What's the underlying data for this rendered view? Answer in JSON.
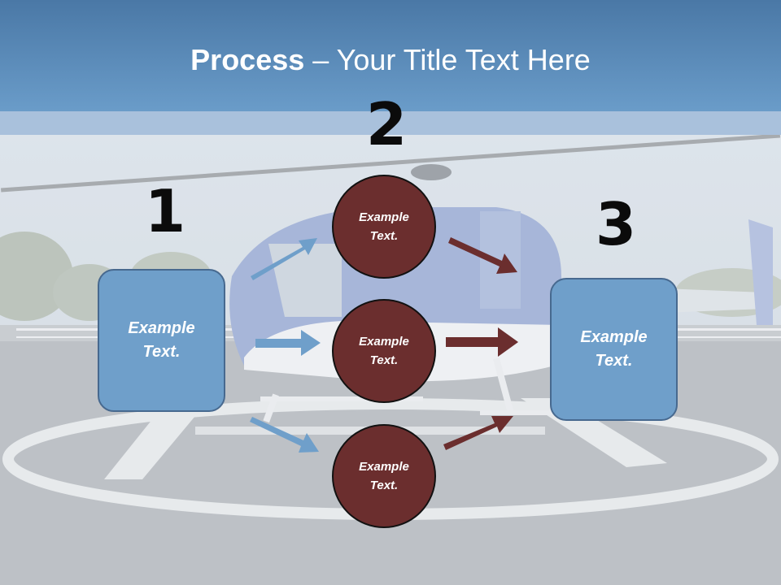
{
  "slide": {
    "title_bold": "Process",
    "title_rest": " – Your Title Text Here"
  },
  "steps": {
    "one": "1",
    "two": "2",
    "three": "3"
  },
  "boxes": {
    "left": "Example\nText.",
    "right": "Example\nText."
  },
  "circles": {
    "top": "Example\nText.",
    "middle": "Example\nText.",
    "bottom": "Example\nText."
  },
  "colors": {
    "title_band": "#5b8abb",
    "box_fill": "#6f9fca",
    "circle_fill": "#6b2e2e",
    "arrow_blue": "#6f9fca",
    "arrow_brown": "#6b2e2e"
  }
}
